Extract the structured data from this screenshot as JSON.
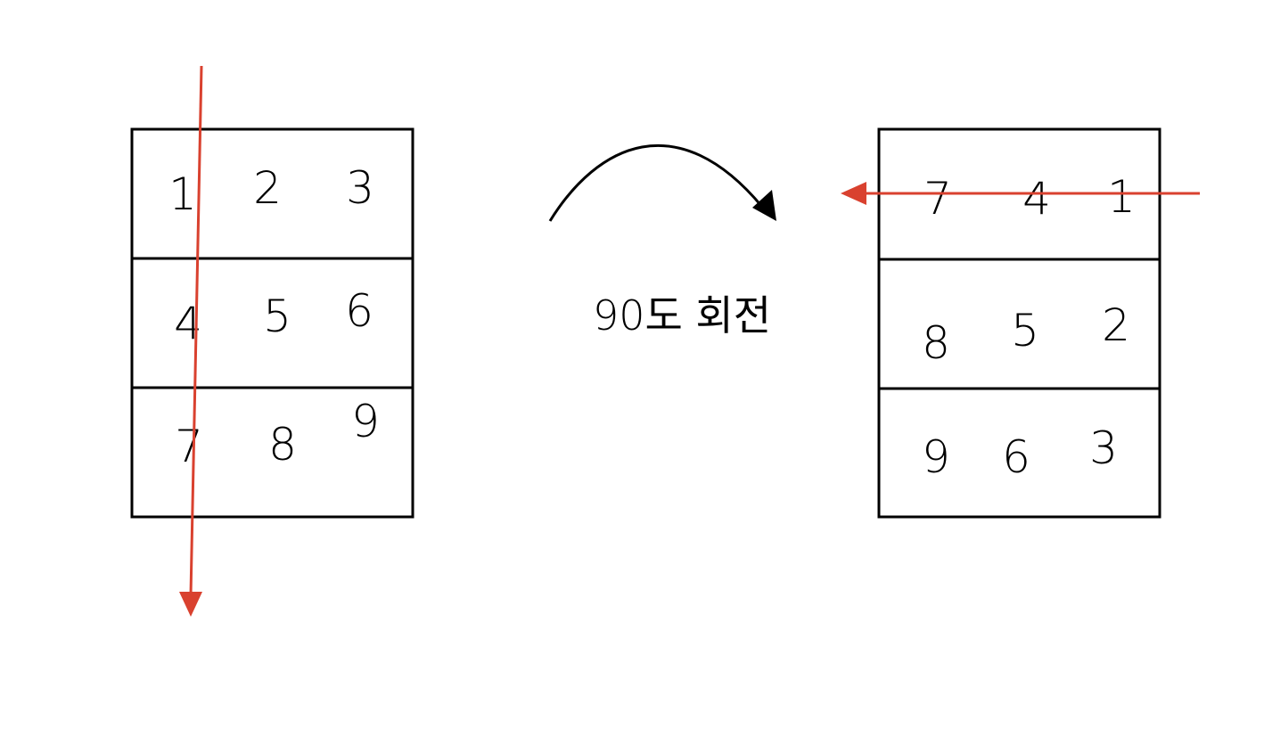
{
  "colors": {
    "ink": "#000000",
    "arrow_accent": "#d9412f",
    "background": "#ffffff"
  },
  "left_matrix": {
    "rows": [
      [
        "1",
        "2",
        "3"
      ],
      [
        "4",
        "5",
        "6"
      ],
      [
        "7",
        "8",
        "9"
      ]
    ]
  },
  "right_matrix": {
    "rows": [
      [
        "7",
        "4",
        "1"
      ],
      [
        "8",
        "5",
        "2"
      ],
      [
        "9",
        "6",
        "3"
      ]
    ]
  },
  "caption": "90도 회전"
}
